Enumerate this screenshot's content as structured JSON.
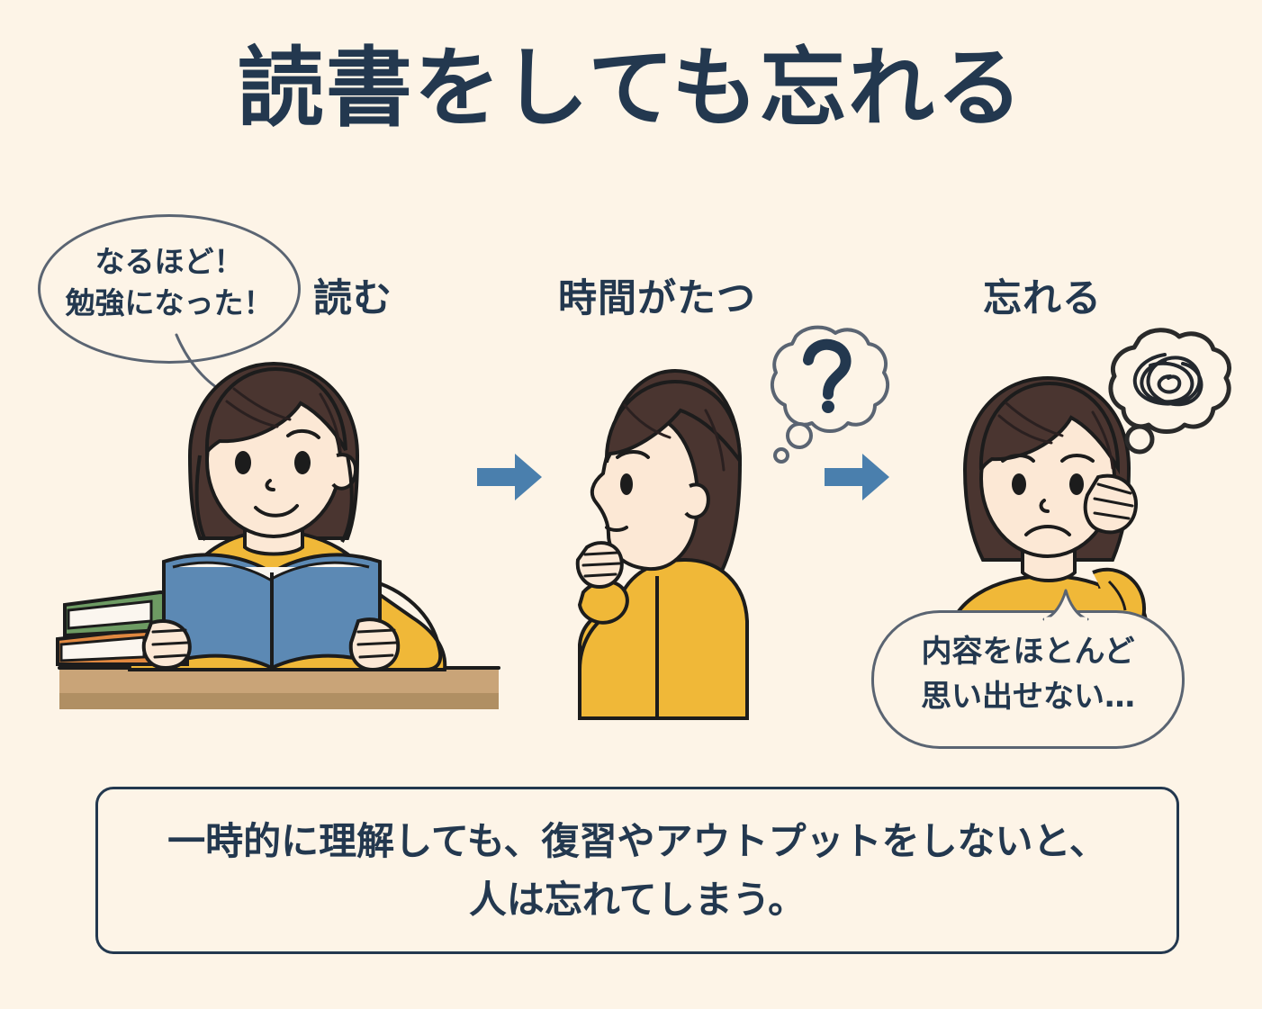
{
  "page": {
    "title": "読書をしても忘れる",
    "background_color": "#fdf4e7",
    "ink_color": "#23384f",
    "outline_color": "#5a6472",
    "accent_arrow_color": "#4a7fad"
  },
  "stages": [
    {
      "label": "読む",
      "icon": "girl-reading-book-icon"
    },
    {
      "label": "時間がたつ",
      "icon": "girl-thinking-icon"
    },
    {
      "label": "忘れる",
      "icon": "girl-confused-icon"
    }
  ],
  "bubbles": {
    "reading": {
      "line1": "なるほど！",
      "line2": "勉強になった！"
    },
    "thinking": {
      "symbol": "?"
    },
    "forgetting": {
      "line1": "内容をほとんど",
      "line2": "思い出せない…"
    },
    "scribble": {
      "symbol": "scribble"
    }
  },
  "caption": {
    "line1": "一時的に理解しても、復習やアウトプットをしないと、",
    "line2": "人は忘れてしまう。"
  },
  "palette": {
    "hair": "#4a3530",
    "skin": "#fce8d5",
    "sweater": "#f0b838",
    "sweater_shadow": "#e0a62b",
    "book_cover": "#5c89b4",
    "book_page": "#fbf6ef",
    "book_green": "#6d9b63",
    "book_orange": "#e08840",
    "desk": "#c9a478",
    "desk_edge": "#b08f63",
    "outline": "#1c1c1c"
  }
}
